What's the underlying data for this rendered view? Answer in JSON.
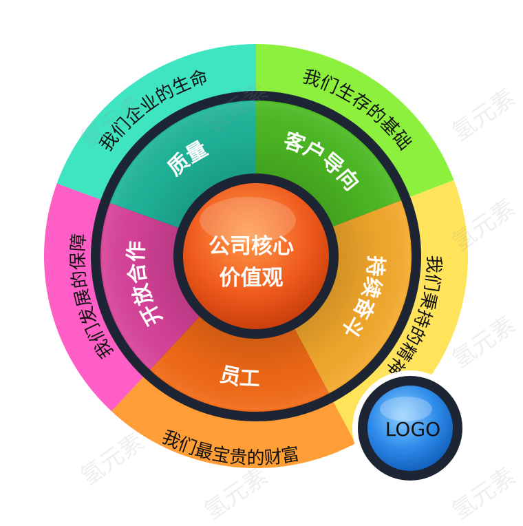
{
  "center": {
    "line1": "公司核心",
    "line2": "价值观"
  },
  "segments": [
    {
      "label": "质量",
      "desc": "我们企业的生命",
      "outer_color": "#3fe4c0",
      "inner_color": "#1fb59a"
    },
    {
      "label": "客户导向",
      "desc": "我们生存的基础",
      "outer_color": "#8cf03c",
      "inner_color": "#4dba23"
    },
    {
      "label": "持续奋斗",
      "desc": "我们秉持的精神",
      "outer_color": "#ffe35a",
      "inner_color": "#f4a92c"
    },
    {
      "label": "员工",
      "desc": "我们最宝贵的财富",
      "outer_color": "#ff9e36",
      "inner_color": "#f26a16"
    },
    {
      "label": "开放合作",
      "desc": "我们发展的保障",
      "outer_color": "#ff5ec6",
      "inner_color": "#d8439a"
    }
  ],
  "logo": {
    "text": "LOGO"
  },
  "watermark": {
    "text": "氢元素"
  },
  "colors": {
    "ring": "#1d2434",
    "center_fill": "#ef5a1c",
    "logo_fill": "#2f8cea"
  }
}
